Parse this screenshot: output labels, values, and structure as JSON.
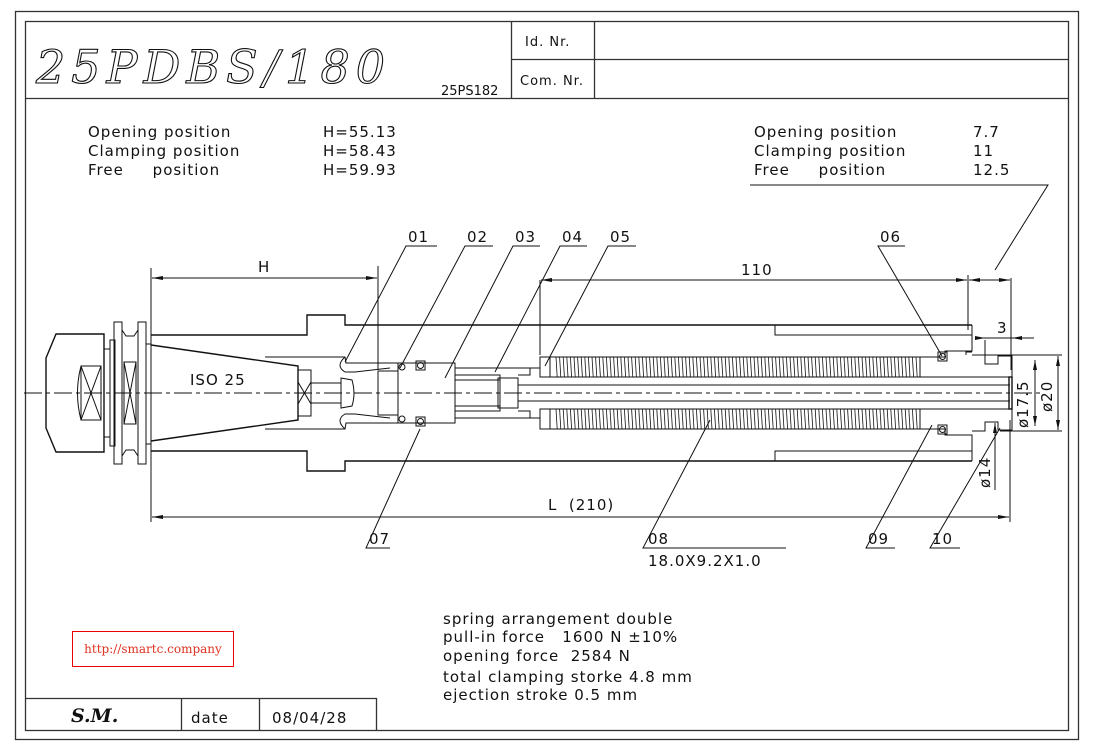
{
  "title_block": {
    "model": "25PDBS/180",
    "model_sub": "25PS182",
    "id_label": "Id. Nr.",
    "id_value": "",
    "com_label": "Com. Nr.",
    "com_value": ""
  },
  "left_positions": [
    {
      "label": "Opening position",
      "value": "H=55.13"
    },
    {
      "label": "Clamping position",
      "value": "H=58.43"
    },
    {
      "label": "Free     position",
      "value": "H=59.93"
    }
  ],
  "right_positions": [
    {
      "label": "Opening position",
      "value": "7.7"
    },
    {
      "label": "Clamping position",
      "value": "11"
    },
    {
      "label": "Free     position",
      "value": "12.5"
    }
  ],
  "drawing": {
    "taper_label": "ISO 25",
    "dim_h": "H",
    "dim_110": "110",
    "dim_3": "3",
    "dim_d175": "ø17.5",
    "dim_d20": "ø20",
    "dim_d14": "ø14",
    "dim_l": "L  (210)",
    "parts_top": [
      "01",
      "02",
      "03",
      "04",
      "05",
      "06"
    ],
    "parts_bottom": [
      "07",
      "08",
      "09",
      "10"
    ],
    "spring_spec": "18.0X9.2X1.0"
  },
  "notes": [
    "spring arrangement double",
    "pull-in force   1600 N ±10%",
    "opening force  2584 N",
    "total clamping storke 4.8 mm",
    "ejection stroke 0.5 mm"
  ],
  "footer": {
    "author": "S.M.",
    "date_label": "date",
    "date_value": "08/04/28",
    "link_text": "http://smartc.company"
  },
  "colors": {
    "line": "#111111",
    "link": "#e03020",
    "link_border": "#ee0000"
  }
}
